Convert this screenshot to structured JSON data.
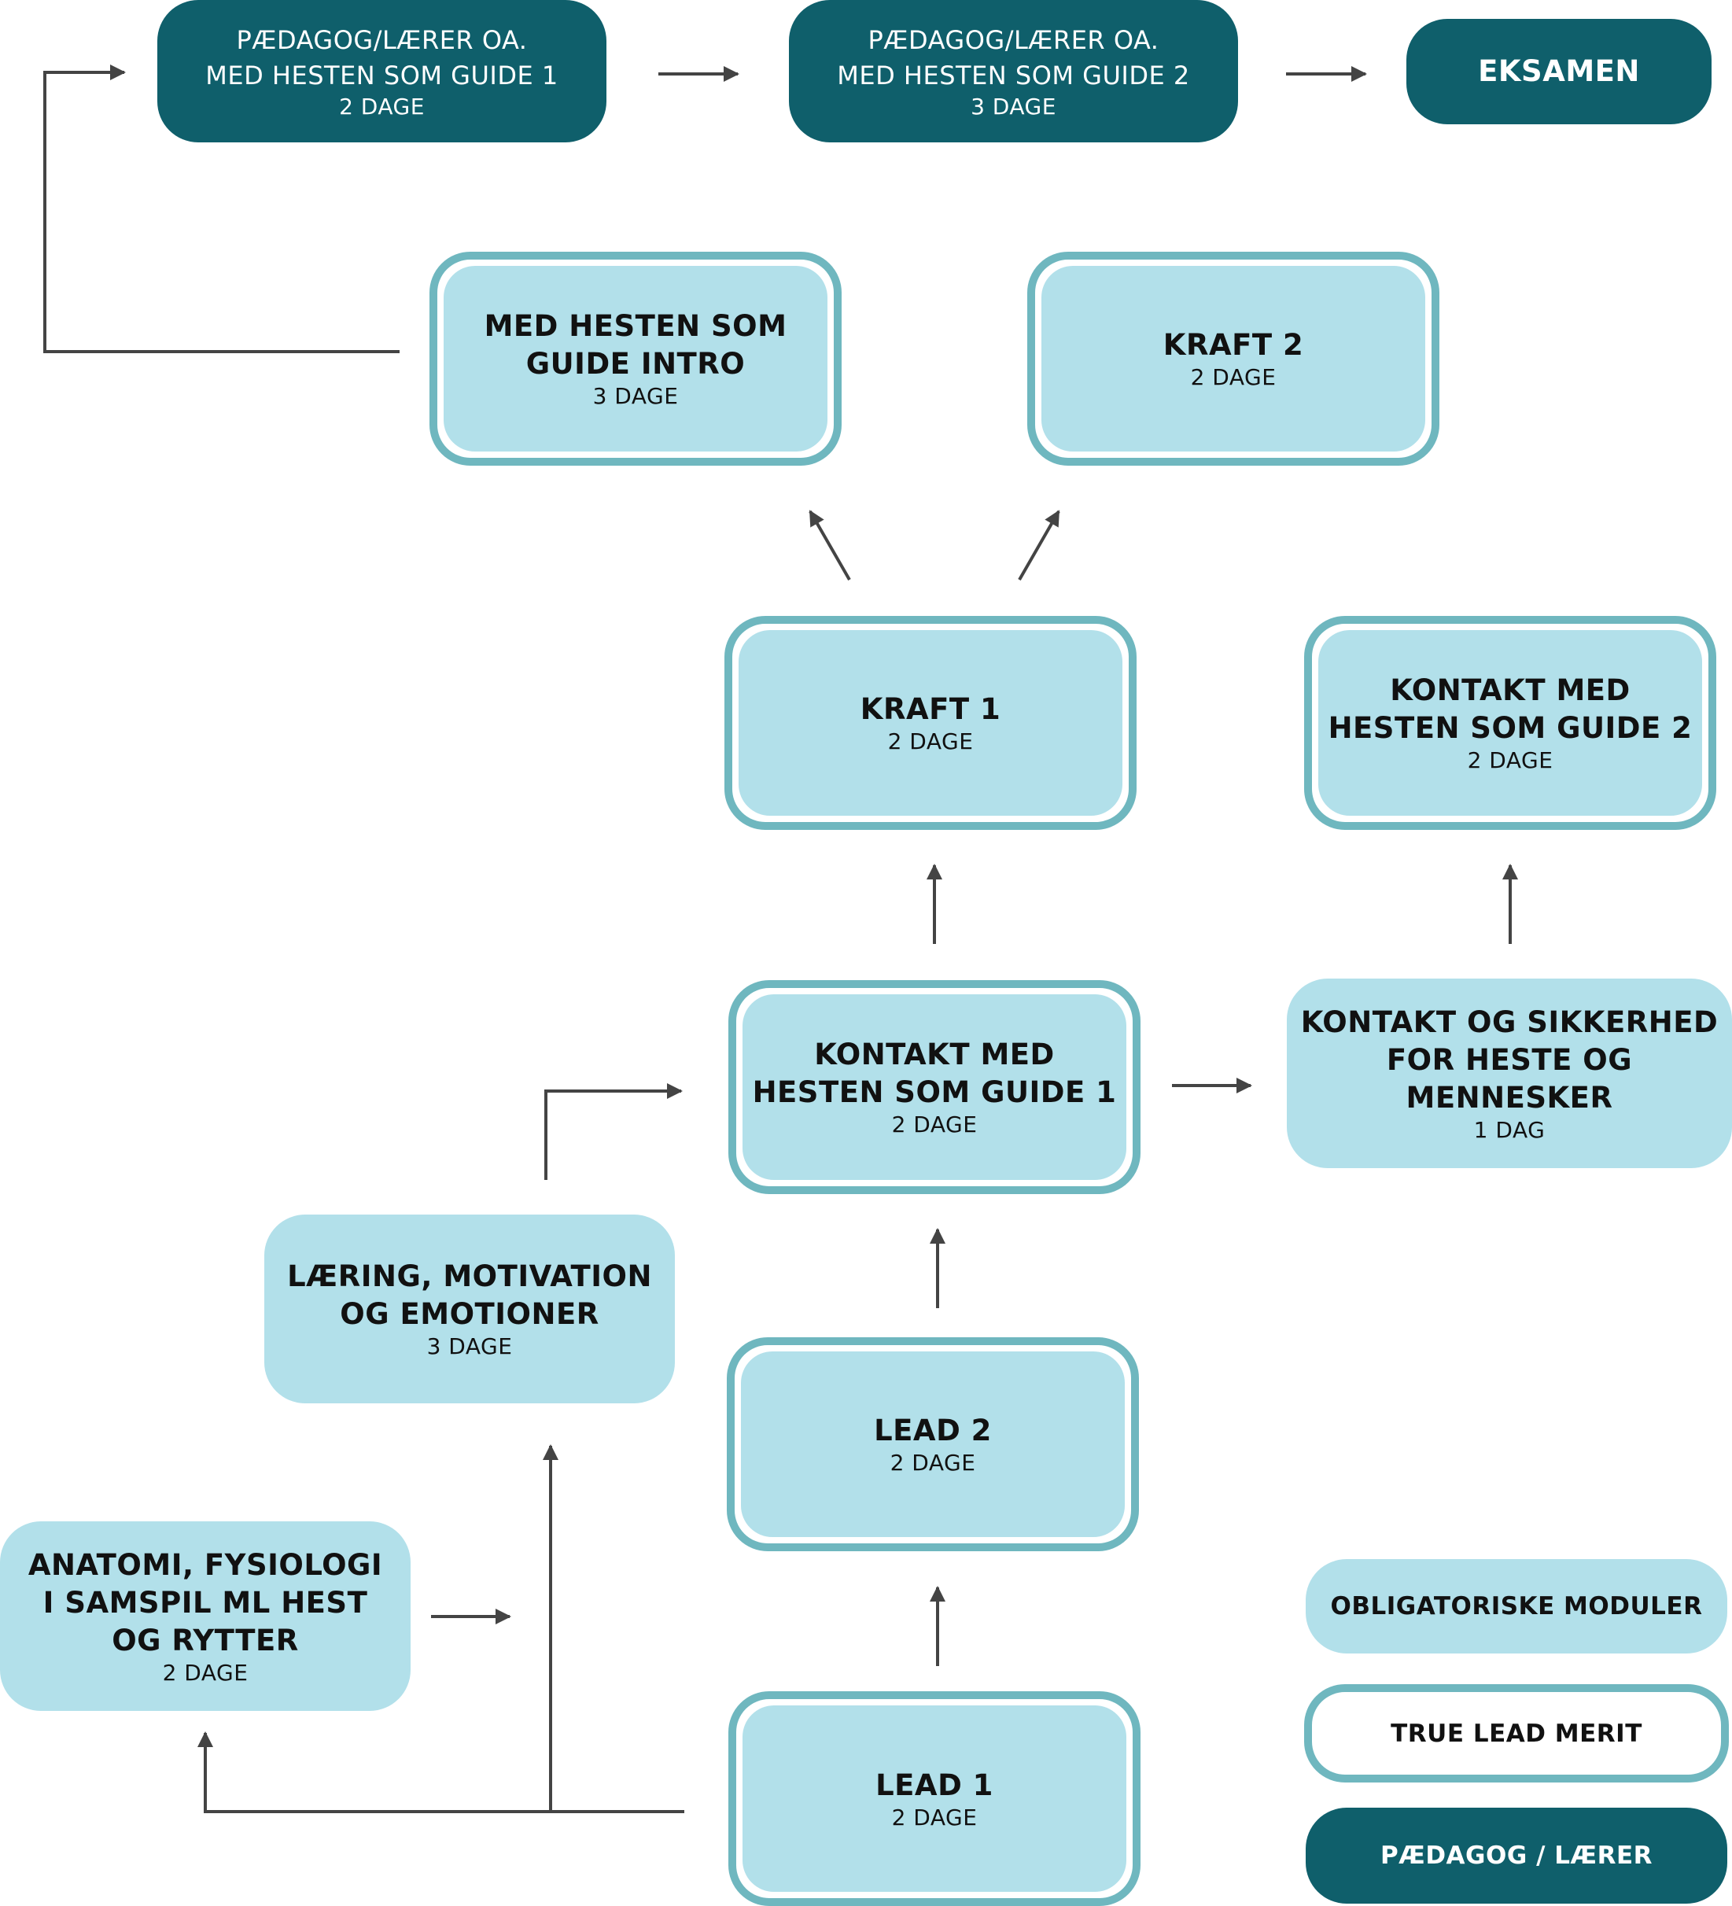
{
  "colors": {
    "mandatory_fill": "#b2e0ea",
    "merit_border": "#6fb7bf",
    "teacher_fill": "#0f5f6b",
    "arrow": "#444444"
  },
  "top_row": {
    "guide1": {
      "line1": "PÆDAGOG/LÆRER OA.",
      "line2": "MED HESTEN SOM GUIDE 1",
      "days": "2 DAGE"
    },
    "guide2": {
      "line1": "PÆDAGOG/LÆRER OA.",
      "line2": "MED HESTEN SOM GUIDE 2",
      "days": "3 DAGE"
    },
    "exam": {
      "title": "EKSAMEN"
    }
  },
  "modules": {
    "intro": {
      "line1": "MED HESTEN SOM",
      "line2": "GUIDE INTRO",
      "days": "3 DAGE"
    },
    "kraft2": {
      "title": "KRAFT 2",
      "days": "2 DAGE"
    },
    "kraft1": {
      "title": "KRAFT 1",
      "days": "2 DAGE"
    },
    "kontakt2": {
      "line1": "KONTAKT MED",
      "line2": "HESTEN SOM GUIDE 2",
      "days": "2 DAGE"
    },
    "kontakt1": {
      "line1": "KONTAKT MED",
      "line2": "HESTEN SOM GUIDE 1",
      "days": "2 DAGE"
    },
    "sikkerhed": {
      "line1": "KONTAKT OG SIKKERHED",
      "line2": "FOR HESTE OG",
      "line3": "MENNESKER",
      "days": "1 DAG"
    },
    "laering": {
      "line1": "LÆRING, MOTIVATION",
      "line2": "OG EMOTIONER",
      "days": "3 DAGE"
    },
    "lead2": {
      "title": "LEAD 2",
      "days": "2 DAGE"
    },
    "anatomi": {
      "line1": "ANATOMI, FYSIOLOGI",
      "line2": "I SAMSPIL ML HEST",
      "line3": "OG RYTTER",
      "days": "2 DAGE"
    },
    "lead1": {
      "title": "LEAD 1",
      "days": "2 DAGE"
    }
  },
  "legend": {
    "mandatory": "OBLIGATORISKE MODULER",
    "merit": "TRUE LEAD MERIT",
    "teacher": "PÆDAGOG / LÆRER"
  }
}
